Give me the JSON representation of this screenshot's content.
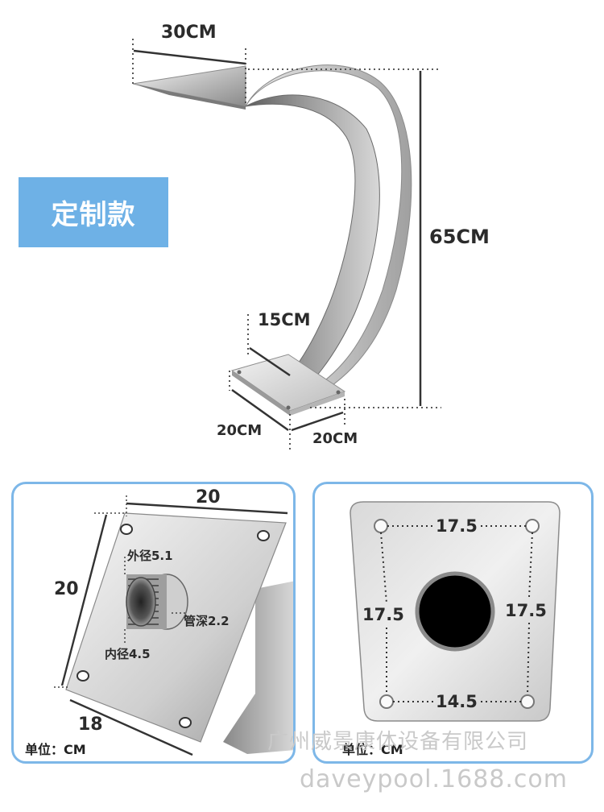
{
  "badge": {
    "label": "定制款"
  },
  "top_dimensions": {
    "width_top": "30CM",
    "height": "65CM",
    "width_bottom": "15CM",
    "base_left": "20CM",
    "base_right": "20CM"
  },
  "left_panel": {
    "width": "20",
    "height": "20",
    "bottom": "18",
    "outer_diameter": "外径5.1",
    "pipe_depth": "管深2.2",
    "inner_diameter": "内径4.5",
    "unit": "单位：CM"
  },
  "right_panel": {
    "top": "17.5",
    "left": "17.5",
    "right": "17.5",
    "bottom": "14.5",
    "unit": "单位：CM"
  },
  "watermark": {
    "company": "广州威景康体设备有限公司",
    "site": "daveypool.1688.com"
  },
  "colors": {
    "accent": "#6eb1e6",
    "panel_border": "#7db7e8",
    "steel_light": "#e6e6e6",
    "steel_dark": "#6f6f6f"
  }
}
